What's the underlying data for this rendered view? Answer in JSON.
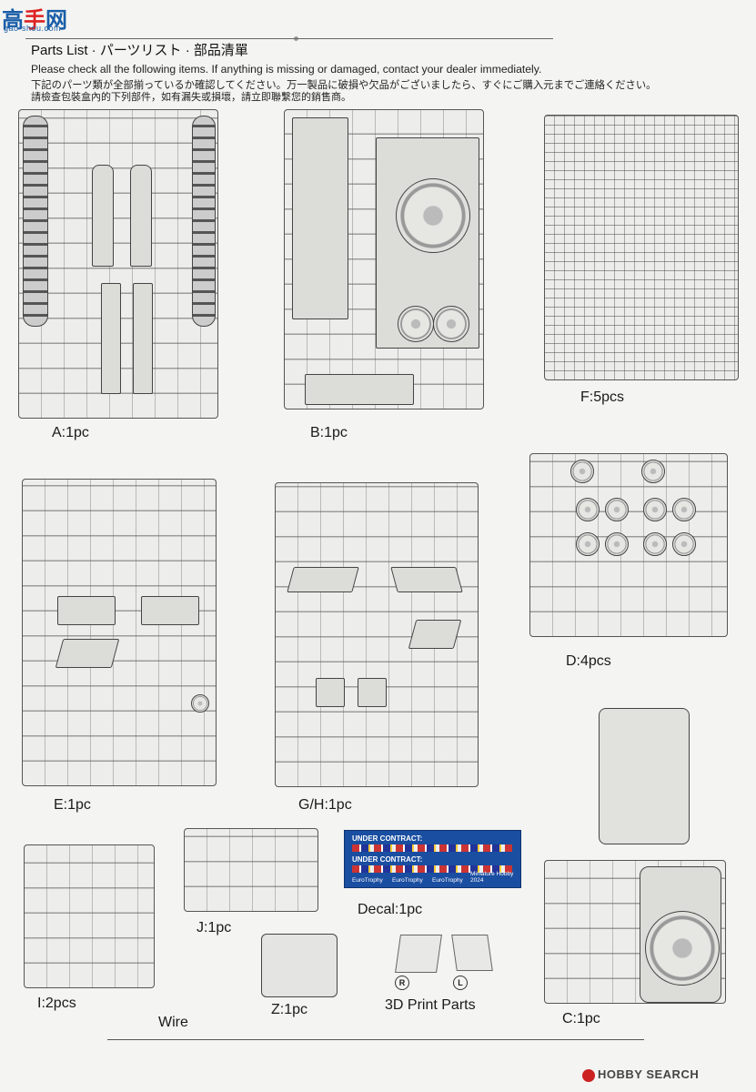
{
  "watermark_top": {
    "glyphs": "高",
    "glyphs_red": "手",
    "glyphs2": "网",
    "url": "gao-shou.com"
  },
  "header": {
    "title": "Parts List · パーツリスト · 部品清單",
    "en": "Please check all the following items. If anything is missing or damaged, contact your dealer immediately.",
    "jp": "下記のパーツ類が全部揃っているか確認してください。万一製品に破損や欠品がございましたら、すぐにご購入元までご連絡ください。",
    "zh": "請檢查包裝盒內的下列部件，如有漏失或損壞，請立即聯繫您的銷售商。"
  },
  "captions": {
    "A": "A:1pc",
    "B": "B:1pc",
    "F": "F:5pcs",
    "D": "D:4pcs",
    "E": "E:1pc",
    "GH": "G/H:1pc",
    "J": "J:1pc",
    "I": "I:2pcs",
    "Z": "Z:1pc",
    "decal": "Decal:1pc",
    "print3d": "3D Print Parts",
    "C": "C:1pc",
    "wire": "Wire"
  },
  "decal_sheet": {
    "line1": "UNDER CONTRACT:",
    "line2": "UNDER CONTRACT:",
    "brand": "EuroTrophy",
    "brand2": "EuroTrophy",
    "brand3": "EuroTrophy",
    "footer": "Miniature Hobby 2024"
  },
  "print_marks": {
    "right": "R",
    "left": "L"
  },
  "watermark_bottom": {
    "text": "HOBBY SEARCH"
  }
}
